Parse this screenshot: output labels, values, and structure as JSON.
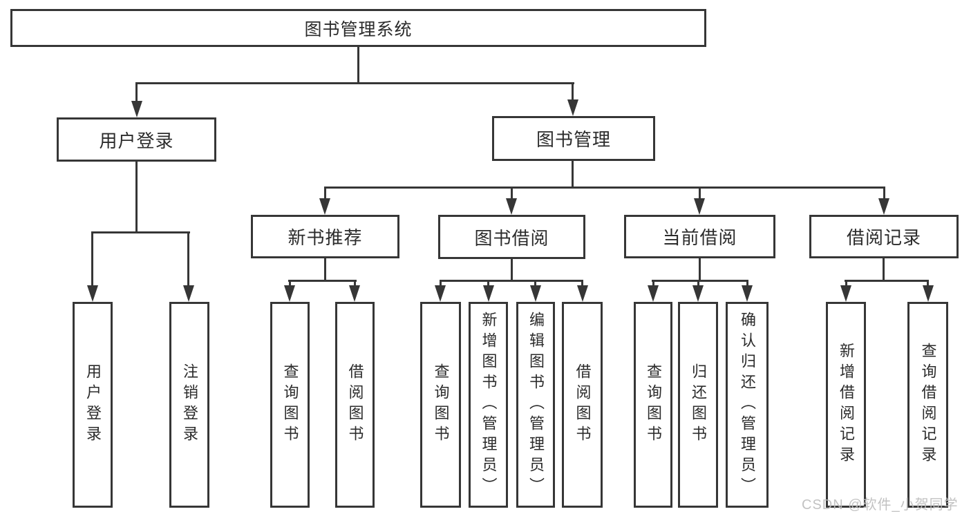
{
  "tree": {
    "root_label": "图书管理系统",
    "level2": [
      {
        "label": "用户登录",
        "children": [
          {
            "label": "用户登录"
          },
          {
            "label": "注销登录"
          }
        ]
      },
      {
        "label": "图书管理",
        "groups": [
          {
            "label": "新书推荐",
            "children": [
              {
                "label": "查询图书"
              },
              {
                "label": "借阅图书"
              }
            ]
          },
          {
            "label": "图书借阅",
            "children": [
              {
                "label": "查询图书"
              },
              {
                "label": "新增图书（管理员）"
              },
              {
                "label": "编辑图书（管理员）"
              },
              {
                "label": "借阅图书"
              }
            ]
          },
          {
            "label": "当前借阅",
            "children": [
              {
                "label": "查询图书"
              },
              {
                "label": "归还图书"
              },
              {
                "label": "确认归还（管理员）"
              }
            ]
          },
          {
            "label": "借阅记录",
            "children": [
              {
                "label": "新增借阅记录"
              },
              {
                "label": "查询借阅记录"
              }
            ]
          }
        ]
      }
    ]
  },
  "watermark": {
    "text": "CSDN @软件_小贺同学"
  },
  "colors": {
    "line": "#363636",
    "text": "#2b2b2b",
    "box_fill": "#ffffff",
    "watermark": "#bdbdbd",
    "background": "#ffffff"
  }
}
